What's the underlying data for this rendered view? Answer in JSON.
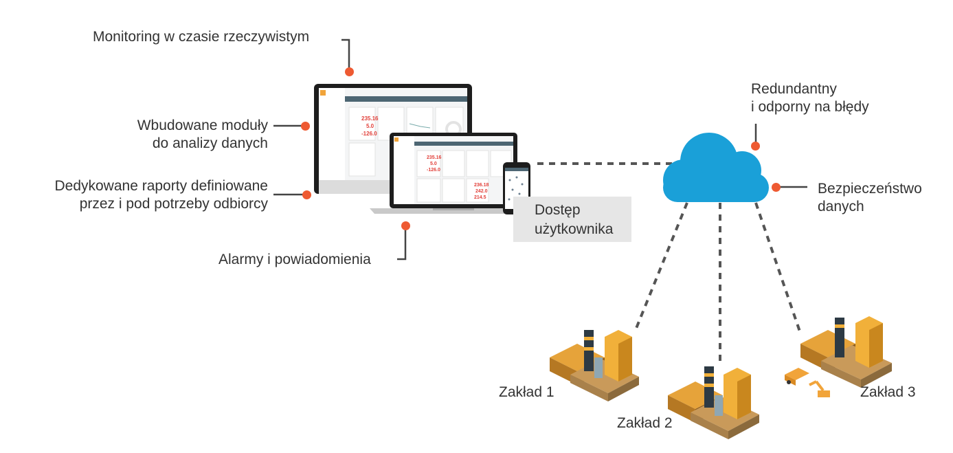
{
  "features": {
    "monitoring": "Monitoring w czasie rzeczywistym",
    "analytics_line1": "Wbudowane moduły",
    "analytics_line2": "do analizy danych",
    "reports_line1": "Dedykowane raporty definiowane",
    "reports_line2": "przez i pod potrzeby odbiorcy",
    "alarms": "Alarmy i powiadomienia"
  },
  "access": {
    "line1": "Dostęp",
    "line2": "użytkownika"
  },
  "cloud": {
    "redundant_line1": "Redundantny",
    "redundant_line2": "i odporny na błędy",
    "security_line1": "Bezpieczeństwo",
    "security_line2": "danych"
  },
  "plants": [
    "Zakład 1",
    "Zakład 2",
    "Zakład 3"
  ],
  "screen": {
    "big_values": [
      "235.16",
      "5.0",
      "-126.0"
    ],
    "laptop_values": [
      "235.16",
      "5.0",
      "-126.0"
    ],
    "laptop_right_values": [
      "236.18",
      "242.0",
      "214.5"
    ]
  },
  "colors": {
    "accent": "#ee5a32",
    "cloud": "#1aa0d8",
    "line": "#555555",
    "building": "#f1b03a"
  }
}
